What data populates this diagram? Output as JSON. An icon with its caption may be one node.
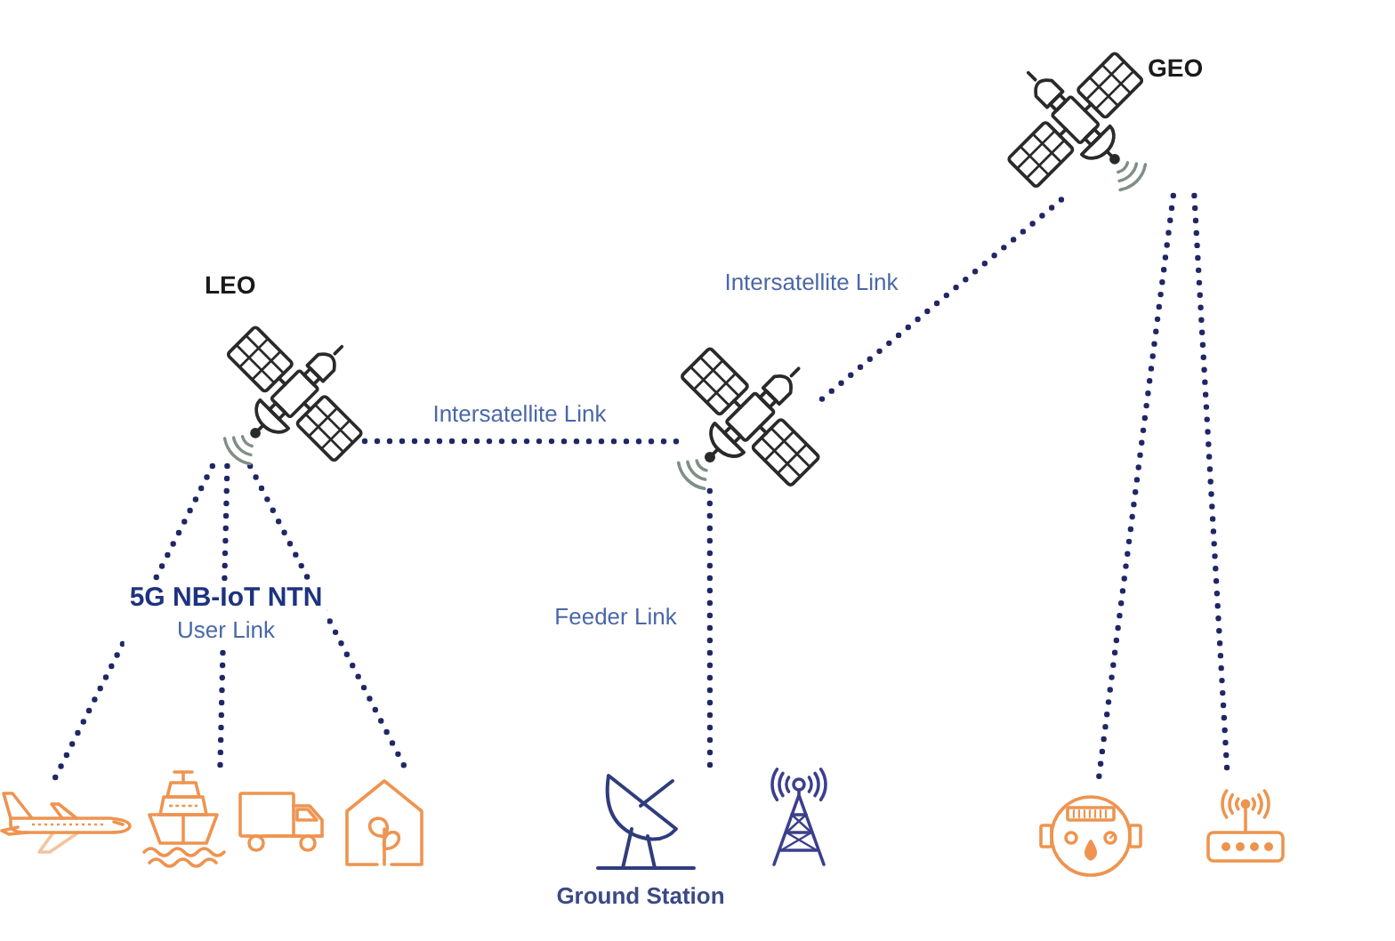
{
  "diagram": {
    "nodes": [
      {
        "text": [
          "GEO"
        ]
      },
      {
        "text": [
          "LEO"
        ]
      },
      {
        "text": [],
        "shape": "picture"
      },
      {
        "text": [],
        "shape": "picture"
      },
      {
        "text": [],
        "shape": "picture"
      },
      {
        "text": [],
        "shape": "picture"
      },
      {
        "text": [],
        "shape": "picture"
      },
      {
        "text": [
          "Ground Station"
        ]
      },
      {
        "text": [],
        "shape": "picture"
      },
      {
        "text": [],
        "shape": "picture"
      },
      {
        "text": [],
        "shape": "picture"
      }
    ],
    "edges": [
      {
        "from": 1,
        "to": 2,
        "arrow": "none",
        "label": "Intersatellite Link"
      },
      {
        "from": 2,
        "to": 0,
        "arrow": "none",
        "label": "Intersatellite Link"
      },
      {
        "from": 1,
        "to": 3,
        "arrow": "none"
      },
      {
        "from": 1,
        "to": 4,
        "arrow": "none",
        "label": "**5G NB-IoT NTN** User Link"
      },
      {
        "from": 1,
        "to": 6,
        "arrow": "none"
      },
      {
        "from": 2,
        "to": 7,
        "arrow": "none",
        "label": "Feeder Link"
      },
      {
        "from": 0,
        "to": 9,
        "arrow": "none"
      },
      {
        "from": 0,
        "to": 10,
        "arrow": "none"
      }
    ]
  }
}
